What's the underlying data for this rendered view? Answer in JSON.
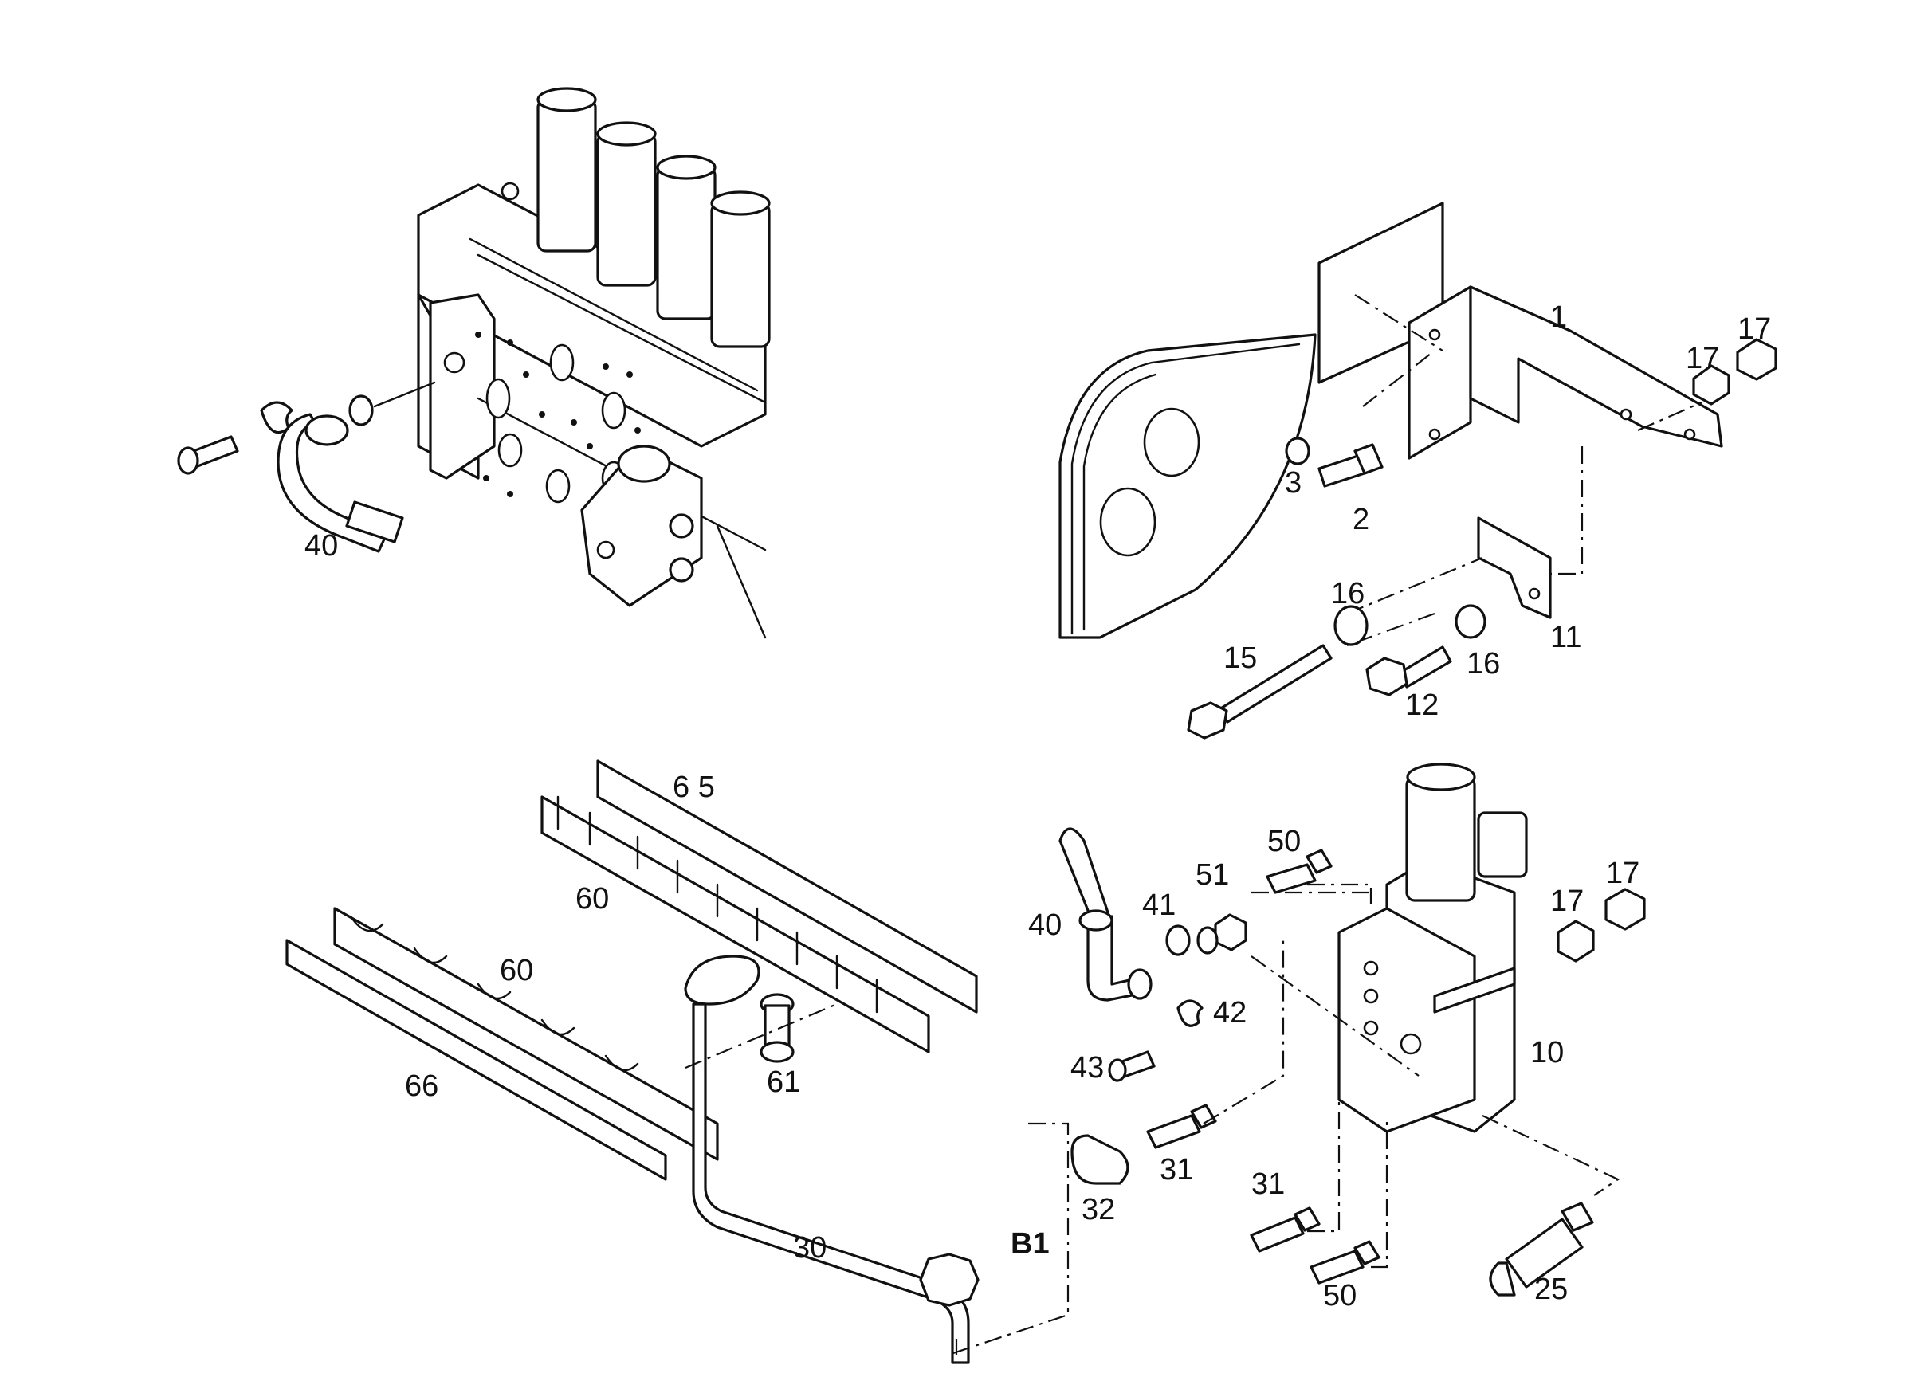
{
  "callouts": {
    "c1": "1",
    "c2": "2",
    "c3": "3",
    "c10": "10",
    "c11": "11",
    "c12": "12",
    "c15": "15",
    "c16a": "16",
    "c16b": "16",
    "c17a": "17",
    "c17b": "17",
    "c17c": "17",
    "c17d": "17",
    "c25": "25",
    "c30": "30",
    "c31a": "31",
    "c31b": "31",
    "c32": "32",
    "c40a": "40",
    "c40b": "40",
    "c41": "41",
    "c42": "42",
    "c43": "43",
    "c50a": "50",
    "c50b": "50",
    "c51": "51",
    "c60a": "60",
    "c60b": "60",
    "c61": "61",
    "c65": "6 5",
    "c66": "66",
    "cB1": "B1"
  }
}
